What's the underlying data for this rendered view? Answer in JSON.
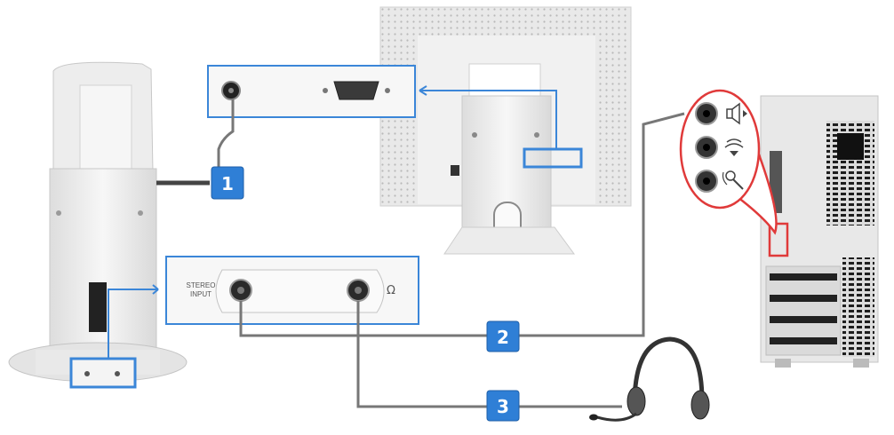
{
  "badges": [
    "1",
    "2",
    "3"
  ],
  "stereo_input": {
    "line1": "STEREO",
    "line2": "INPUT"
  },
  "headphone_symbol": "Ω",
  "colors": {
    "callout_border": "#3b86d8",
    "badge_fill": "#2f7fd6",
    "cable": "#777777",
    "computer_highlight": "#e03a3a",
    "equipment": "#eeeeee"
  },
  "icons": [
    "speaker-icon",
    "line-in-icon",
    "microphone-icon",
    "headphone-icon",
    "dc-power-jack-icon",
    "vga-port-icon"
  ]
}
